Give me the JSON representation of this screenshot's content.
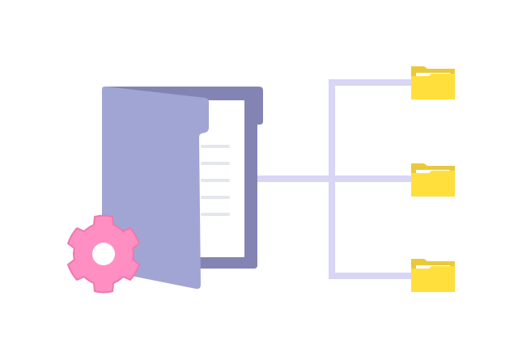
{
  "illustration": {
    "subject": "folder-organization",
    "main_folder": {
      "icon": "open-folder-icon",
      "state": "open",
      "document_lines": 5,
      "colors": {
        "back_panel": "#8484b4",
        "front_cover": "#a1a5d4",
        "paper": "#ffffff",
        "lines": "#e3e6ee"
      }
    },
    "settings_gear": {
      "icon": "gear-icon",
      "colors": {
        "fill": "#ff8fc2",
        "outline": "#ef77ac",
        "hole": "#ffffff"
      }
    },
    "connector": {
      "branches": 3,
      "color": "#d9d5f6"
    },
    "subfolders": {
      "icon": "folder-icon",
      "count": 3,
      "colors": {
        "body": "#ffdf3c",
        "tab": "#e9c93a",
        "paper": "#ffffff"
      }
    }
  }
}
